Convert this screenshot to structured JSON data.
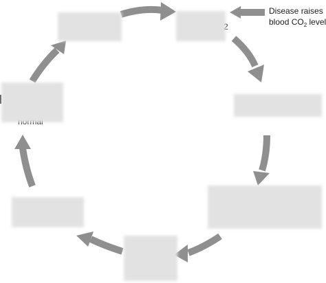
{
  "annotation": {
    "line1": "Disease raises",
    "line2_prefix": "blood CO",
    "line2_subscript": "2",
    "line2_suffix": " levels"
  },
  "partial_text": {
    "top_right_fragment": "2",
    "left_fragment": "normal"
  },
  "colors": {
    "arrow": "#8f8f8f",
    "label_box": "#e2e2e2",
    "background": "#ffffff"
  }
}
